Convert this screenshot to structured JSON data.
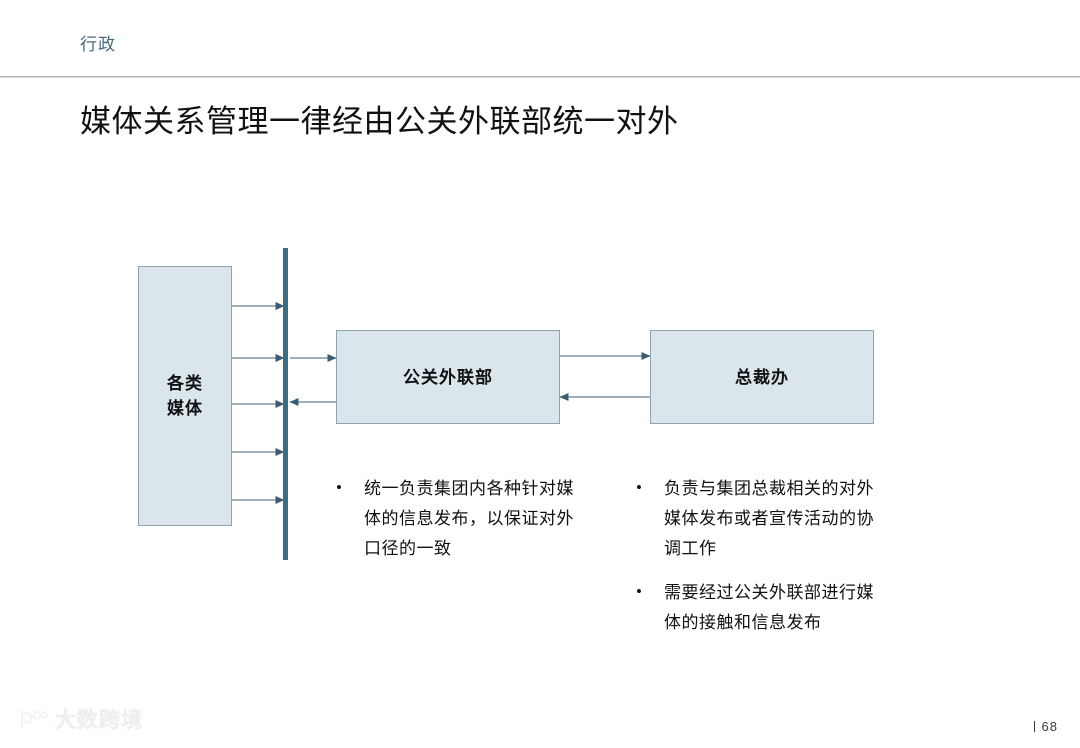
{
  "slide": {
    "kicker": "行政",
    "title": "媒体关系管理一律经由公关外联部统一对外",
    "page_number": "68",
    "watermark_text": "大数跨境",
    "accent_color": "#3c6d89",
    "box_fill_color": "#dbe5ec",
    "box_border_color": "#8ea4b4",
    "kicker_color": "#46687e",
    "arrow_color": "#7f96a6"
  },
  "diagram": {
    "nodes": [
      {
        "id": "media",
        "label": "各类\n媒体"
      },
      {
        "id": "pr",
        "label": "公关外联部"
      },
      {
        "id": "ceo",
        "label": "总裁办"
      }
    ],
    "divider_label": "vertical-boundary-bar",
    "connections": [
      {
        "from": "media",
        "to": "boundary",
        "direction": "right"
      },
      {
        "from": "media",
        "to": "boundary",
        "direction": "right"
      },
      {
        "from": "media",
        "to": "boundary",
        "direction": "right"
      },
      {
        "from": "media",
        "to": "boundary",
        "direction": "right"
      },
      {
        "from": "media",
        "to": "boundary",
        "direction": "right"
      },
      {
        "from": "boundary",
        "to": "pr",
        "direction": "right"
      },
      {
        "from": "pr",
        "to": "boundary",
        "direction": "left"
      },
      {
        "from": "pr",
        "to": "ceo",
        "direction": "right"
      },
      {
        "from": "ceo",
        "to": "pr",
        "direction": "left"
      }
    ]
  },
  "bullets": {
    "pr": [
      "统一负责集团内各种针对媒体的信息发布，以保证对外口径的一致"
    ],
    "ceo": [
      "负责与集团总裁相关的对外媒体发布或者宣传活动的协调工作",
      "需要经过公关外联部进行媒体的接触和信息发布"
    ]
  }
}
